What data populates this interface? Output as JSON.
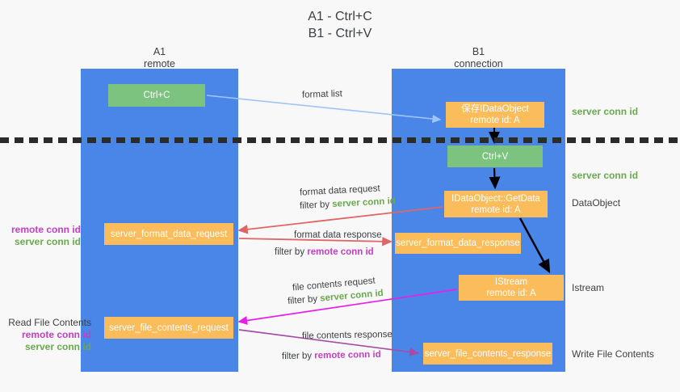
{
  "title": {
    "line1": "A1 - Ctrl+C",
    "line2": "B1 - Ctrl+V"
  },
  "lanes": [
    {
      "id": "a1",
      "name": "A1",
      "subtitle": "remote"
    },
    {
      "id": "b1",
      "name": "B1",
      "subtitle": "connection"
    }
  ],
  "nodes": {
    "ctrl_c": {
      "label": "Ctrl+C",
      "color": "#7bc37e"
    },
    "save_idataobject": {
      "line1": "保存IDataObject",
      "line2": "remote id: A",
      "color": "#fbbc5c"
    },
    "ctrl_v": {
      "label": "Ctrl+V",
      "color": "#7bc37e"
    },
    "getdata": {
      "line1": "IDataObject::GetData",
      "line2": "remote id: A",
      "color": "#fbbc5c"
    },
    "istream": {
      "line1": "IStream",
      "line2": "remote id: A",
      "color": "#fbbc5c"
    },
    "server_format_data_request": {
      "label": "server_format_data_request",
      "color": "#fbbc5c"
    },
    "server_format_data_response": {
      "label": "server_format_data_response",
      "color": "#fbbc5c"
    },
    "server_file_contents_request": {
      "label": "server_file_contents_request",
      "color": "#fbbc5c"
    },
    "server_file_contents_response": {
      "label": "server_file_contents_response",
      "color": "#fbbc5c"
    }
  },
  "edge_labels": {
    "format_list": "format list",
    "format_data_request": "format data request",
    "format_data_request_filter_prefix": "filter by ",
    "format_data_request_filter_value": "server conn id",
    "format_data_response": "format data response",
    "format_data_response_filter_prefix": "filter by ",
    "format_data_response_filter_value": "remote conn id",
    "file_contents_request": "file contents request",
    "file_contents_request_filter_prefix": "filter by ",
    "file_contents_request_filter_value": "server conn id",
    "file_contents_response": "file contents response",
    "file_contents_response_filter_prefix": "filter by ",
    "file_contents_response_filter_value": "remote conn id"
  },
  "side_labels": {
    "server_conn_id_top": "server conn id",
    "server_conn_id_mid": "server conn id",
    "dataobject": "DataObject",
    "istream": "Istream",
    "write_file_contents": "Write File Contents",
    "read_file_contents": "Read File Contents",
    "remote_conn_id": "remote conn id",
    "server_conn_id": "server conn id"
  },
  "colors": {
    "lane": "#4a86e8",
    "node_orange": "#fbbc5c",
    "node_green": "#7bc37e",
    "conn_green": "#6aa84f",
    "conn_purple": "#c340c3",
    "arrow_blue": "#9fc5f8",
    "arrow_red": "#e06666",
    "arrow_black": "#000000",
    "arrow_magenta": "#e91ee9",
    "arrow_purple": "#a64ca6",
    "divider": "#2b2b2b",
    "background": "#f8f8f8"
  }
}
